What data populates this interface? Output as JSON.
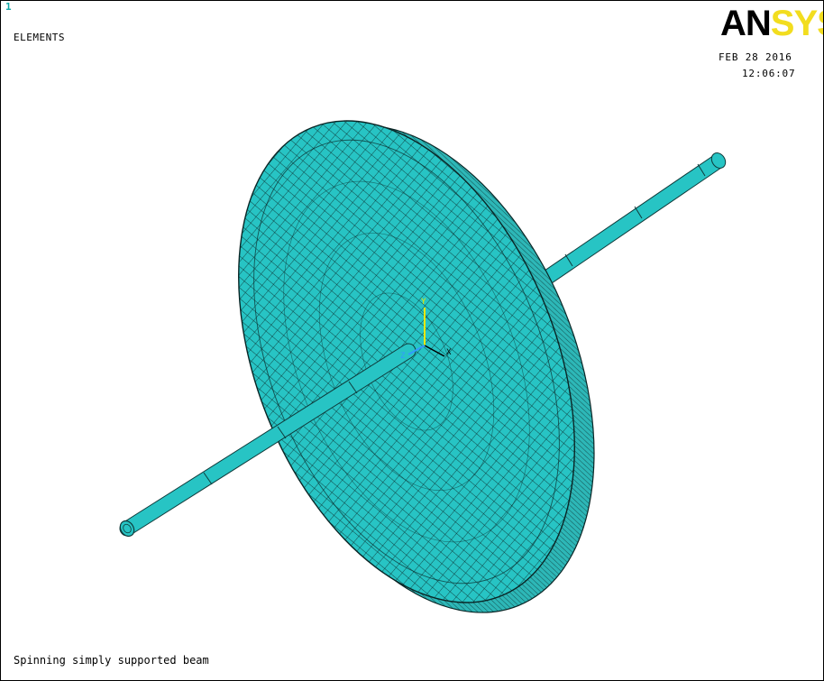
{
  "window": {
    "number": "1",
    "plot_label": "ELEMENTS",
    "title": "Spinning simply supported beam"
  },
  "logo": {
    "text": "ANSYS",
    "part1": "AN",
    "part2": "SYS"
  },
  "timestamp": {
    "date": "FEB 28 2016",
    "time": "12:06:07"
  },
  "triad": {
    "x_label": "X",
    "y_label": "Y",
    "z_label": "Z"
  },
  "colors": {
    "background": "#ffffff",
    "element_fill": "#27c4c4",
    "mesh_lines": "#0a2626",
    "edge_face": "#2db7b7",
    "window_number": "#0fa7a7",
    "logo_an": "#000000",
    "logo_sys": "#f2dd1f",
    "triad_x": "#000000",
    "triad_y": "#e8e800",
    "triad_z": "#3399ff"
  }
}
